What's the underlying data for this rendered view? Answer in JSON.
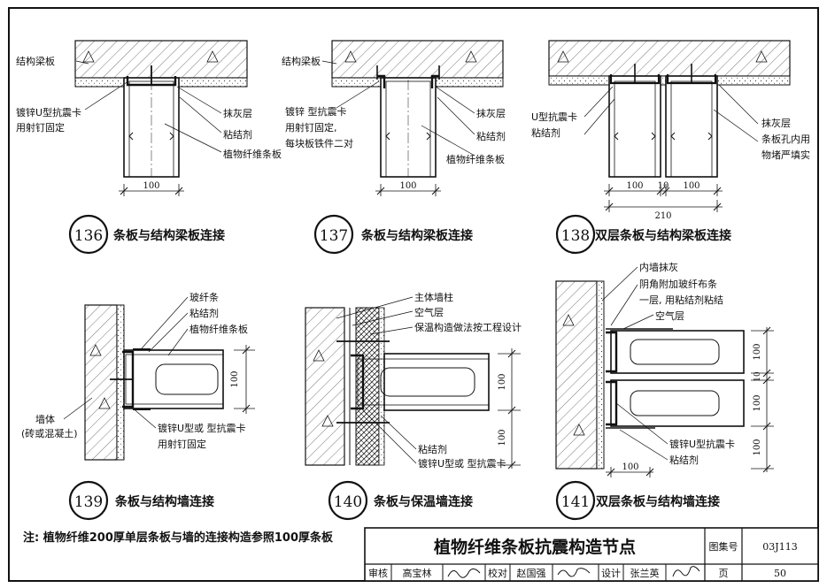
{
  "details": [
    {
      "id": "d136",
      "number": "136",
      "title": "条板与结构梁板连接",
      "labels": [
        "结构梁板",
        "镀锌U型抗震卡",
        "用射钉固定",
        "抹灰层",
        "粘结剂",
        "植物纤维条板"
      ],
      "dims": [
        "100"
      ]
    },
    {
      "id": "d137",
      "number": "137",
      "title": "条板与结构梁板连接",
      "labels": [
        "结构梁板",
        "镀锌 型抗震卡",
        "用射钉固定,",
        "每块板铁件二对",
        "抹灰层",
        "粘结剂",
        "植物纤维条板"
      ],
      "dims": [
        "100"
      ]
    },
    {
      "id": "d138",
      "number": "138",
      "title": "双层条板与结构梁板连接",
      "labels": [
        "U型抗震卡",
        "粘结剂",
        "抹灰层",
        "条板孔内用",
        "物堵严填实"
      ],
      "dims": [
        "100",
        "10",
        "100",
        "210"
      ]
    },
    {
      "id": "d139",
      "number": "139",
      "title": "条板与结构墙连接",
      "labels": [
        "玻纤条",
        "粘结剂",
        "植物纤维条板",
        "墙体",
        "(砖或混凝土)",
        "镀锌U型或 型抗震卡",
        "用射钉固定"
      ],
      "dims": [
        "100"
      ]
    },
    {
      "id": "d140",
      "number": "140",
      "title": "条板与保温墙连接",
      "labels": [
        "主体墙柱",
        "空气层",
        "保温构造做法按工程设计",
        "粘结剂",
        "镀锌U型或 型抗震卡"
      ],
      "dims": [
        "100",
        "100"
      ]
    },
    {
      "id": "d141",
      "number": "141",
      "title": "双层条板与结构墙连接",
      "labels": [
        "内墙抹灰",
        "阴角附加玻纤布条",
        "一层, 用粘结剂粘结",
        "空气层",
        "镀锌U型抗震卡",
        "粘结剂"
      ],
      "dims": [
        "100",
        "10",
        "100",
        "100",
        "100"
      ]
    }
  ],
  "note": "注: 植物纤维200厚单层条板与墙的连接构造参照100厚条板",
  "titleblock": {
    "title": "植物纤维条板抗震构造节点",
    "atlas_label": "图集号",
    "atlas_value": "03J113",
    "review_label": "审核",
    "reviewer": "高宝林",
    "check_label": "校对",
    "checker": "赵国强",
    "design_label": "设计",
    "designer": "张兰英",
    "page_label": "页",
    "page_value": "50"
  }
}
